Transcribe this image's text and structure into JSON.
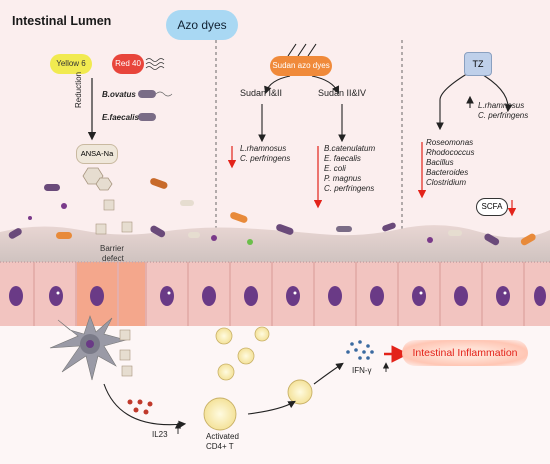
{
  "title": "Intestinal Lumen",
  "azo_dyes": "Azo dyes",
  "left_panel": {
    "yellow6": "Yellow 6",
    "red40": "Red 40",
    "reduction": "Reduction",
    "b_ovatus": "B.ovatus",
    "e_faecalis": "E.faecalis",
    "ansa_na": "ANSA-Na",
    "barrier_line1": "Barrier",
    "barrier_line2": "defect"
  },
  "middle_panel": {
    "sudan": "Sudan azo dyes",
    "sudan_1_2": "Sudan I&II",
    "sudan_2_4": "Sudan II&IV",
    "left_bacteria": [
      "L.rhamnosus",
      "C. perfringens"
    ],
    "right_bacteria": [
      "B.catenulatum",
      "E. faecalis",
      "E. coli",
      "P. magnus",
      "C. perfringens"
    ]
  },
  "right_panel": {
    "tz": "TZ",
    "up_bacteria": [
      "L.rhamnosus",
      "C. perfringens"
    ],
    "down_bacteria": [
      "Roseomonas",
      "Rhodococcus",
      "Bacillus",
      "Bacteroides",
      "Clostridium"
    ],
    "scfa": "SCFA"
  },
  "immune": {
    "il23": "IL23",
    "activated_line1": "Activated",
    "activated_line2": "CD4+ T",
    "ifn": "IFN-γ",
    "inflammation": "Intestinal Inflammation"
  },
  "colors": {
    "lumen_bg": "#fbeeee",
    "epithelium": "#f2c4c0",
    "damaged_cell": "#f4a78c",
    "nucleus": "#6a3a86",
    "down_arrow": "#e3231a",
    "up_arrow": "#2b2b2b"
  }
}
